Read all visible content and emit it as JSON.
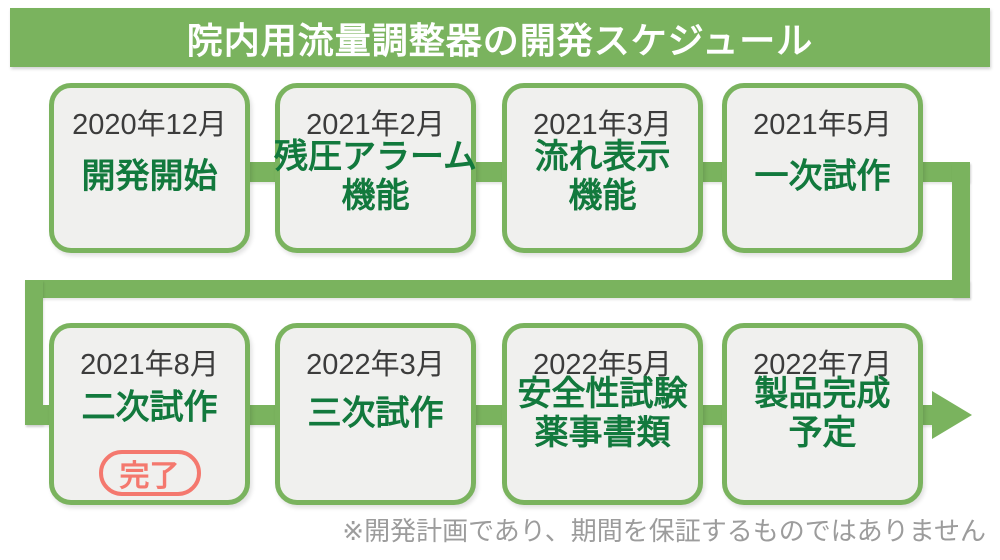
{
  "title": "院内用流量調整器の開発スケジュール",
  "footer": {
    "note": "※開発計画であり、期間を保証するものではありません"
  },
  "milestones": [
    {
      "date": "2020年12月",
      "label": "開発開始"
    },
    {
      "date": "2021年2月",
      "label": "残圧アラーム\n機能"
    },
    {
      "date": "2021年3月",
      "label": "流れ表示\n機能"
    },
    {
      "date": "2021年5月",
      "label": "一次試作"
    },
    {
      "date": "2021年8月",
      "label": "二次試作",
      "badge": "完了"
    },
    {
      "date": "2022年3月",
      "label": "三次試作"
    },
    {
      "date": "2022年5月",
      "label": "安全性試験\n薬事書類"
    },
    {
      "date": "2022年7月",
      "label": "製品完成\n予定"
    }
  ],
  "colors": {
    "accent_green": "#7ab35e",
    "label_green": "#12793d",
    "date_gray": "#3c3c3c",
    "card_fill": "#f0f0ee",
    "badge_red": "#f4786e",
    "footer_gray": "#9c9c9c",
    "title_text": "#ffffff"
  }
}
